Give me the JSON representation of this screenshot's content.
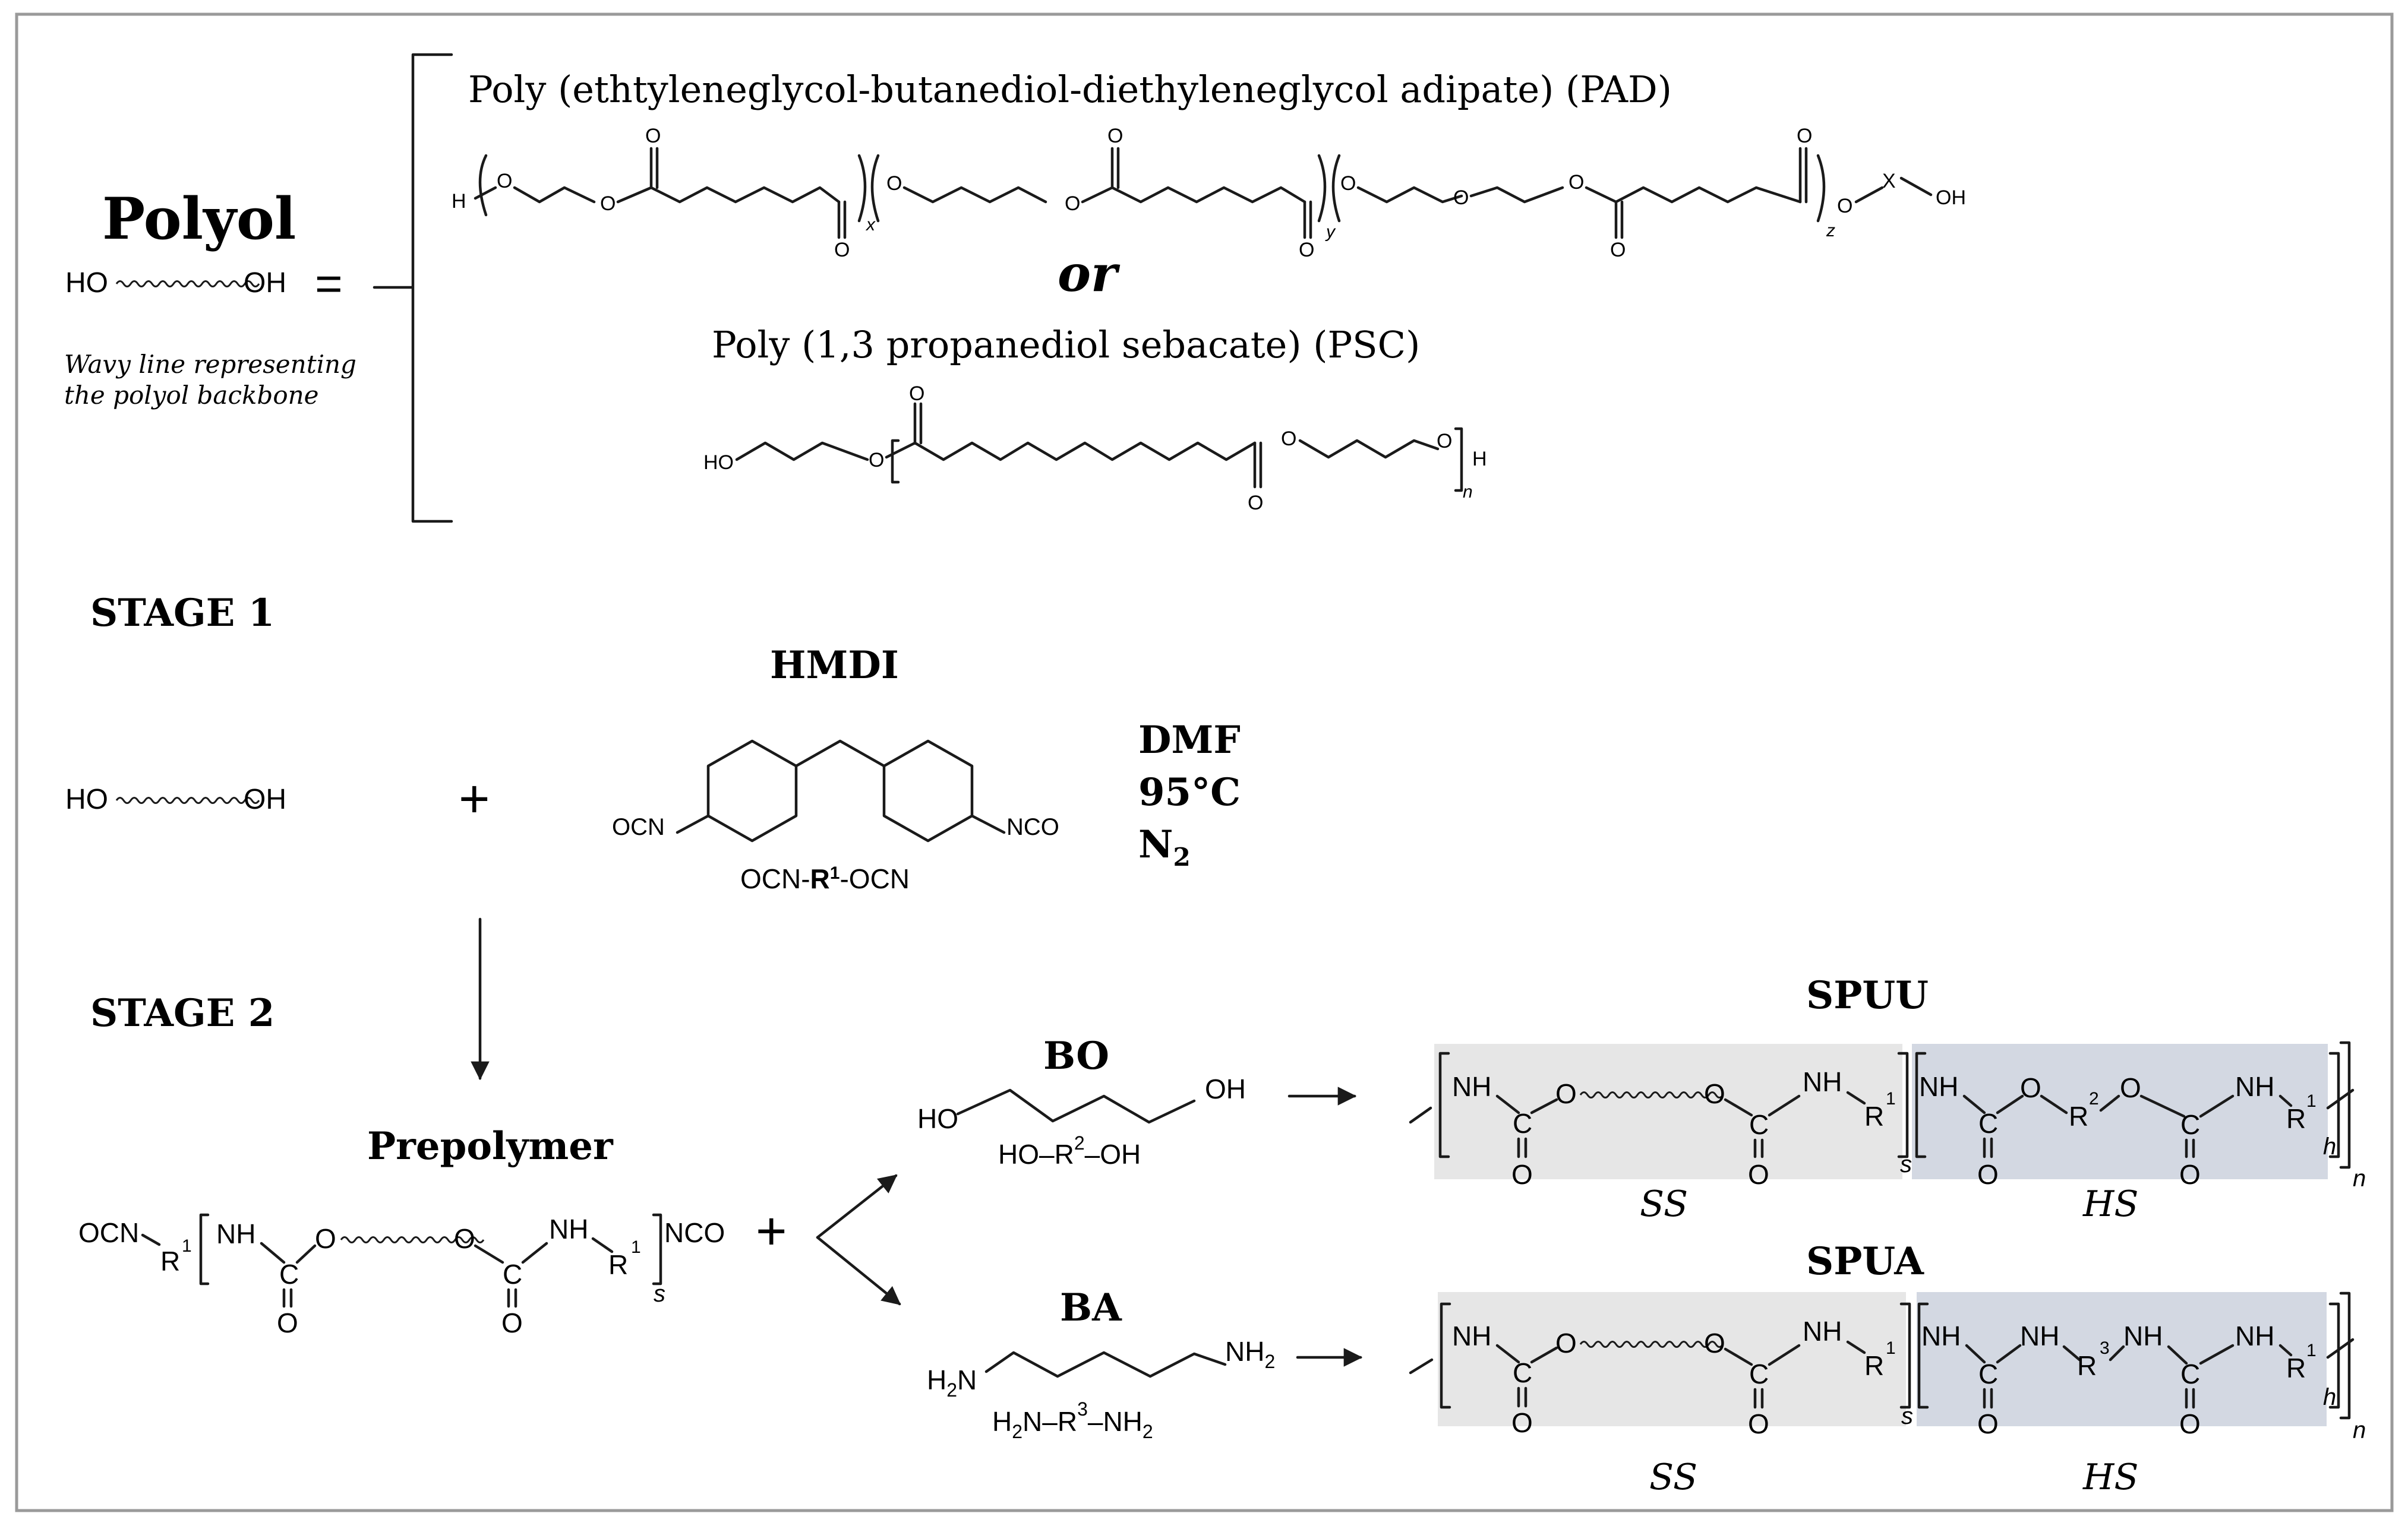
{
  "colors": {
    "soft_segment_bg": "#e6e6e6",
    "hard_segment_bg": "#d3d8e2",
    "line": "#1a1a1a",
    "frame": "#9a9a9a"
  },
  "polyol": {
    "title": "Polyol",
    "formula_ho": "HO",
    "formula_oh": "OH",
    "equals": "=",
    "caption_line1": "Wavy line representing",
    "caption_line2": "the polyol backbone",
    "pad_name": "Poly (ethtyleneglycol-butanediol-diethyleneglycol adipate) (PAD)",
    "or_label": "or",
    "psc_name": "Poly (1,3 propanediol sebacate) (PSC)",
    "pad_atoms": {
      "h": "H",
      "o": "O",
      "x": "x",
      "y": "y",
      "z": "z",
      "xsub": "X",
      "oh": "OH"
    },
    "psc_atoms": {
      "ho": "HO",
      "o": "O",
      "h": "H",
      "n": "n"
    }
  },
  "stage1": {
    "label": "STAGE 1",
    "polyol_ho": "HO",
    "polyol_oh": "OH",
    "plus": "+",
    "hmdi_title": "HMDI",
    "hmdi_ocn": "OCN",
    "hmdi_nco": "NCO",
    "hmdi_formula_a": "OCN-",
    "hmdi_formula_r": "R",
    "hmdi_formula_sup": "1",
    "hmdi_formula_b": "-OCN",
    "cond_solvent": "DMF",
    "cond_temp": "95°C",
    "cond_gas": "N",
    "cond_gas_sub": "2"
  },
  "stage2": {
    "label": "STAGE 2",
    "prepolymer_title": "Prepolymer",
    "plus": "+",
    "atoms": {
      "ocn": "OCN",
      "nco": "NCO",
      "r": "R",
      "one": "1",
      "two": "2",
      "three": "3",
      "nh": "NH",
      "c": "C",
      "o": "O",
      "s": "s",
      "h": "h",
      "n": "n"
    },
    "bo": {
      "title": "BO",
      "ho": "HO",
      "oh": "OH",
      "formula": "HO–R",
      "formula_sup": "2",
      "formula_end": "–OH"
    },
    "ba": {
      "title": "BA",
      "h2n": "H",
      "h2n_sub": "2",
      "h2n_n": "N",
      "nh2": "NH",
      "nh2_sub": "2",
      "f_a": "H",
      "f_a_sub": "2",
      "f_b": "N–R",
      "f_sup": "3",
      "f_c": "–NH",
      "f_c_sub": "2"
    },
    "spuu": {
      "title": "SPUU",
      "ss": "SS",
      "hs": "HS"
    },
    "spua": {
      "title": "SPUA",
      "ss": "SS",
      "hs": "HS"
    }
  }
}
